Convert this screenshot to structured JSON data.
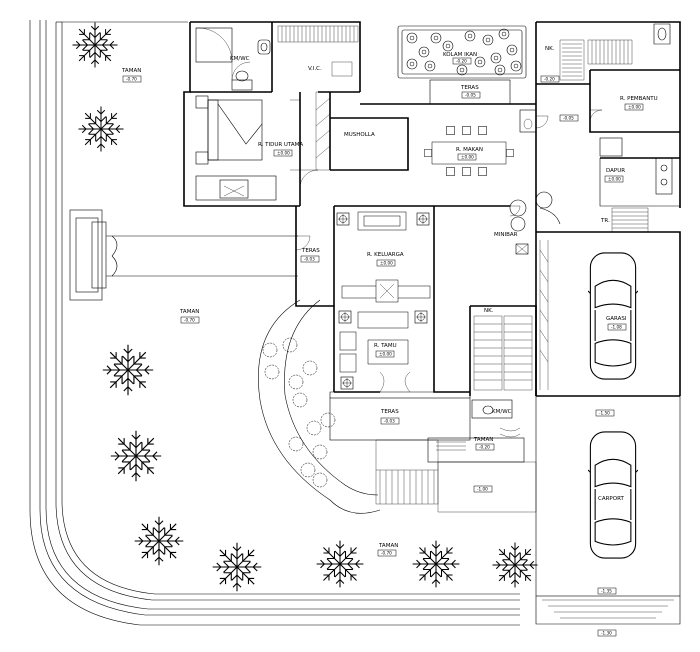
{
  "plan": {
    "rooms": {
      "taman_nw": {
        "name": "TAMAN",
        "level": "-0.70"
      },
      "kmwc_top": {
        "name": "KM/WC"
      },
      "vic": {
        "name": "V.I.C."
      },
      "kolam_ikan": {
        "name": "KOLAM IKAN",
        "level": "-0.20"
      },
      "nk_top": {
        "name": "NK."
      },
      "nk_top_level": {
        "level": "-0.20"
      },
      "teras_top": {
        "name": "TERAS",
        "level": "-0.05"
      },
      "r_pembantu": {
        "name": "R. PEMBANTU",
        "level": "±0.00"
      },
      "small_level": {
        "level": "-0.05"
      },
      "r_tidur": {
        "name": "R. TIDUR UTAMA",
        "level": "±0.00"
      },
      "musholla": {
        "name": "MUSHOLLA"
      },
      "r_makan": {
        "name": "R. MAKAN",
        "level": "±0.00"
      },
      "dapur": {
        "name": "DAPUR",
        "level": "±0.00"
      },
      "minibar": {
        "name": "MINIBAR"
      },
      "tr": {
        "name": "TR."
      },
      "teras_left": {
        "name": "TERAS",
        "level": "-0.03"
      },
      "r_keluarga": {
        "name": "R. KELUARGA",
        "level": "±0.00"
      },
      "garasi": {
        "name": "GARASI",
        "level": "-1.08"
      },
      "taman_mid": {
        "name": "TAMAN",
        "level": "-0.70"
      },
      "nk_mid": {
        "name": "NK."
      },
      "r_tamu": {
        "name": "R. TAMU",
        "level": "±0.00"
      },
      "teras_front": {
        "name": "TERAS",
        "level": "-0.03"
      },
      "kmwc_front": {
        "name": "KM/WC"
      },
      "taman_small": {
        "name": "TAMAN",
        "level": "-0.20"
      },
      "level_150": {
        "level": "-1.50"
      },
      "level_100": {
        "level": "-1.00"
      },
      "carport": {
        "name": "CARPORT"
      },
      "taman_bottom": {
        "name": "TAMAN",
        "level": "-0.70"
      },
      "level_135": {
        "level": "-1.35"
      },
      "level_130": {
        "level": "-1.30"
      }
    }
  }
}
